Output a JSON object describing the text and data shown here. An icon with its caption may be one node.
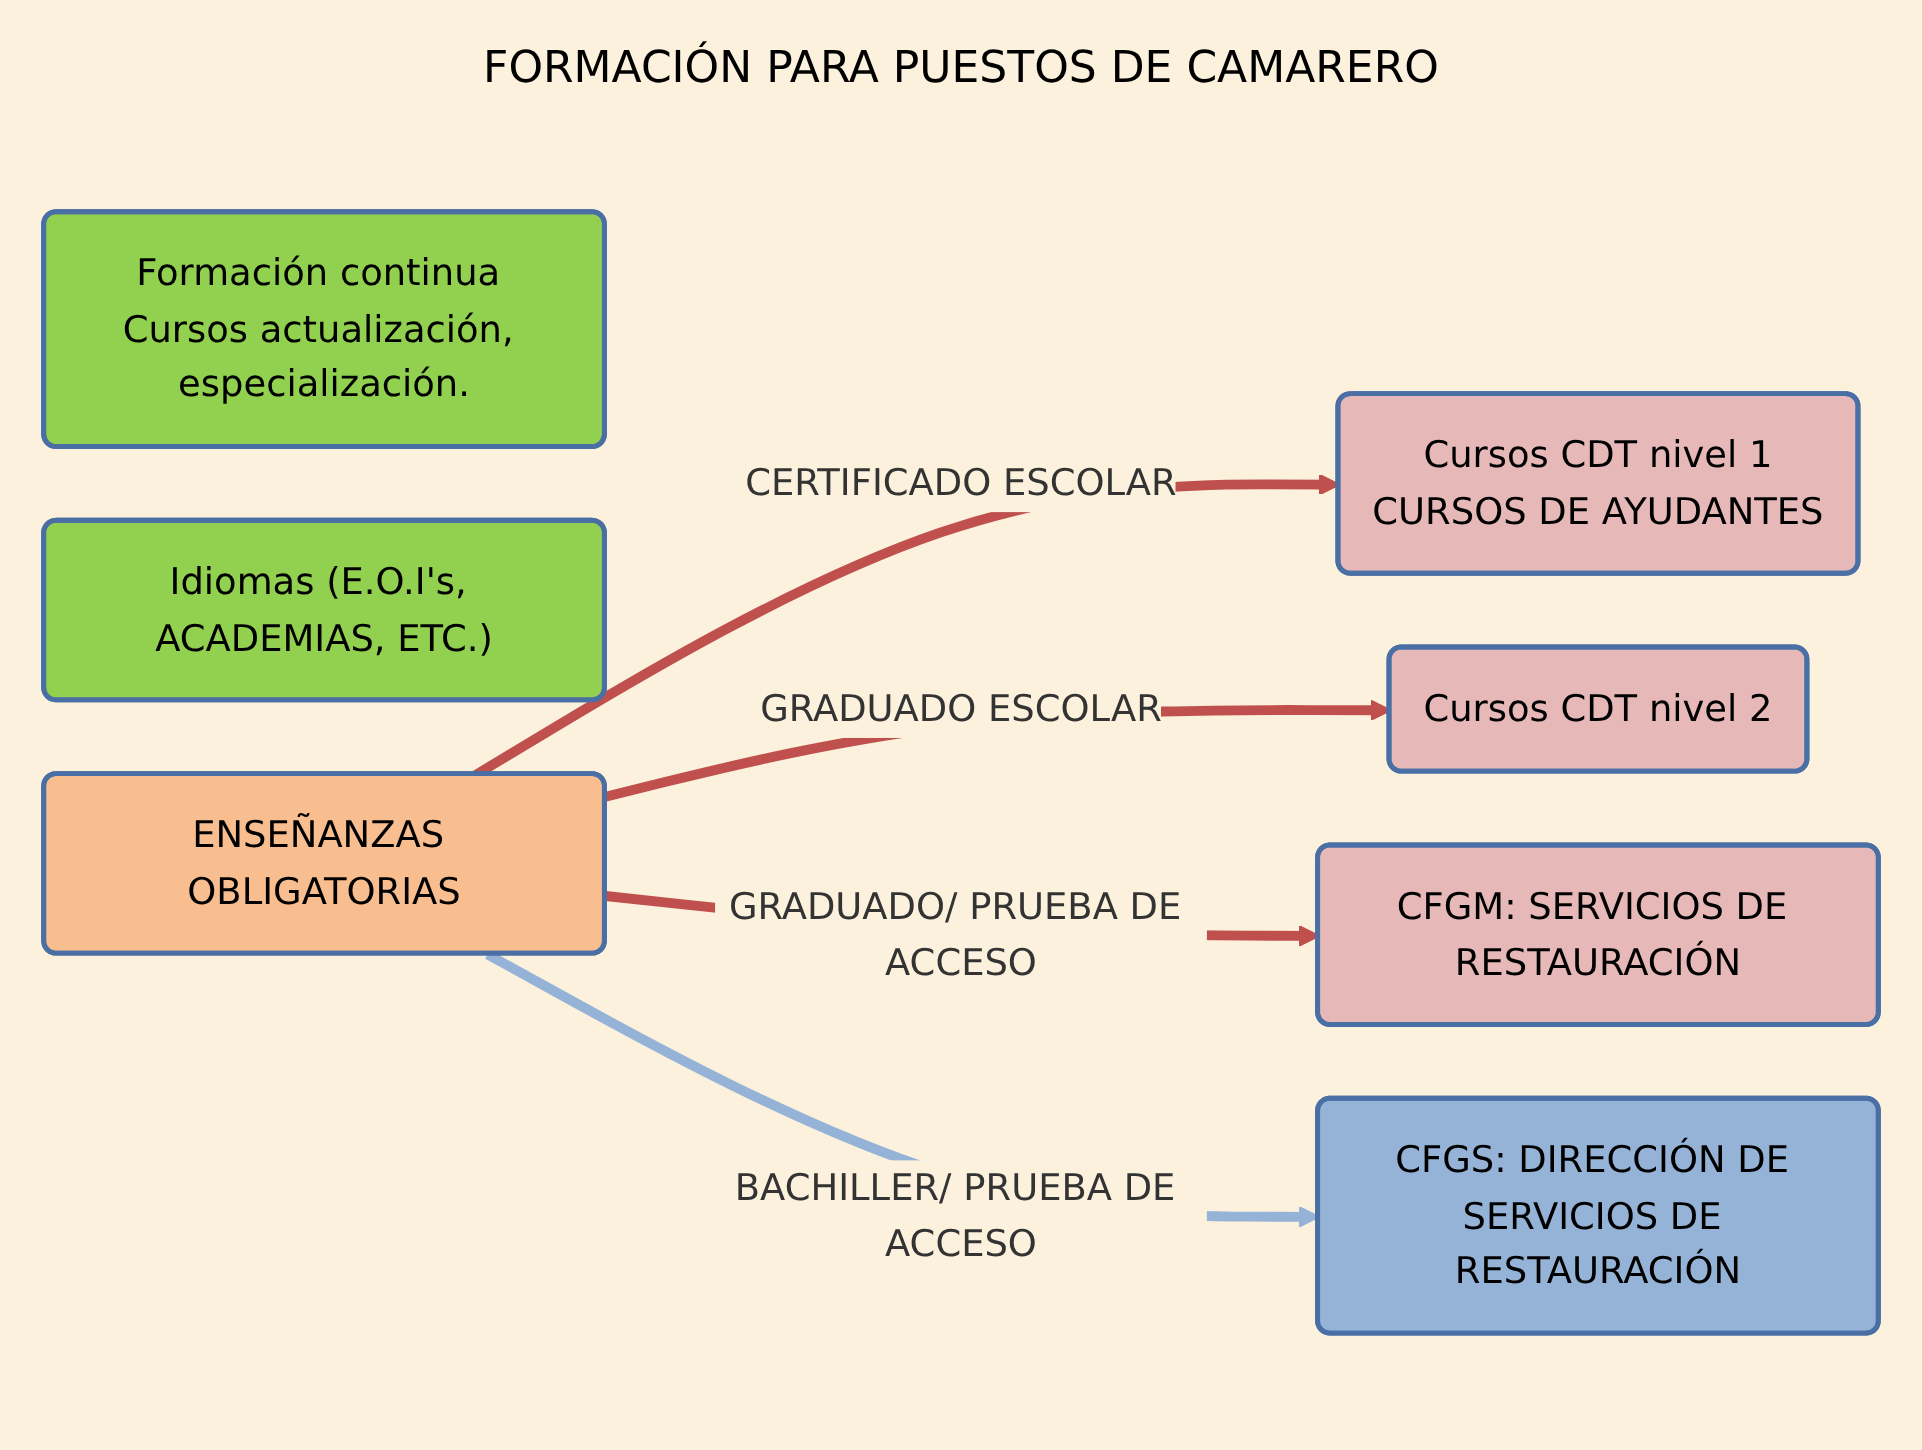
{
  "diagram": {
    "title": "FORMACIÓN PARA PUESTOS DE CAMARERO",
    "nodes": [
      {
        "text": [
          "ENSEÑANZAS OBLIGATORIAS"
        ]
      },
      {
        "text": [
          "Cursos CDT nivel 1",
          "CURSOS DE AYUDANTES"
        ]
      },
      {
        "text": [
          "Cursos CDT nivel 2"
        ]
      },
      {
        "text": [
          "CFGM: SERVICIOS DE RESTAURACIÓN"
        ]
      },
      {
        "text": [
          "CFGS: DIRECCIÓN DE SERVICIOS DE RESTAURACIÓN"
        ]
      },
      {
        "text": [
          "Formación continua Cursos actualización, especialización."
        ]
      },
      {
        "text": [
          "Idiomas (E.O.I's, ACADEMIAS, ETC.)"
        ]
      }
    ],
    "edges": [
      {
        "from": 0,
        "to": 1,
        "arrow": "to",
        "label": "CERTIFICADO ESCOLAR"
      },
      {
        "from": 0,
        "to": 2,
        "arrow": "to",
        "label": "GRADUADO ESCOLAR"
      },
      {
        "from": 0,
        "to": 3,
        "arrow": "to",
        "label": "GRADUADO/ PRUEBA DE ACCESO"
      },
      {
        "from": 0,
        "to": 4,
        "arrow": "to",
        "label": "BACHILLER/ PRUEBA DE ACCESO",
        "color": "#95b3d7"
      }
    ]
  }
}
